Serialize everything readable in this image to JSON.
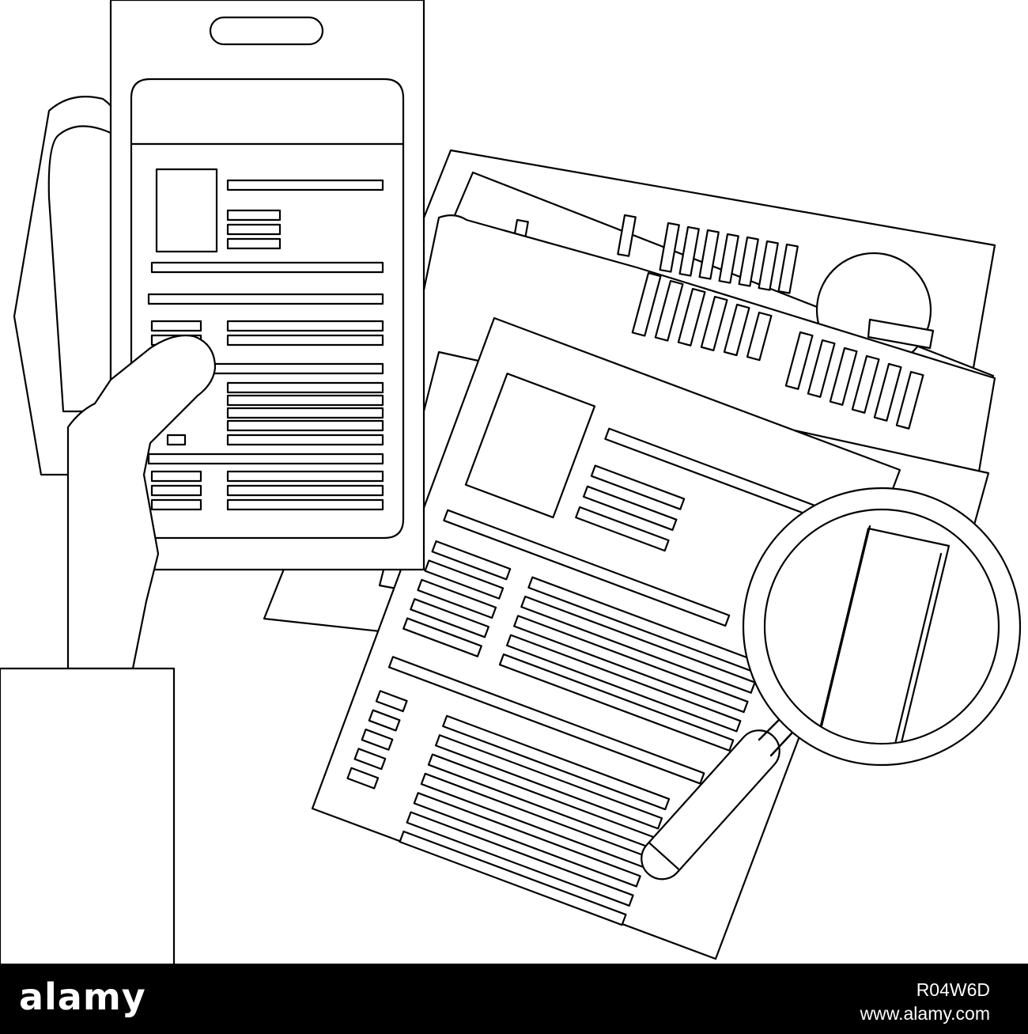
{
  "footer": {
    "brand": "alamy",
    "image_id": "R04W6D",
    "url": "www.alamy.com"
  },
  "colors": {
    "line": "#000000",
    "paper": "#ffffff",
    "footer_bg": "#000000",
    "footer_text": "#ffffff"
  }
}
